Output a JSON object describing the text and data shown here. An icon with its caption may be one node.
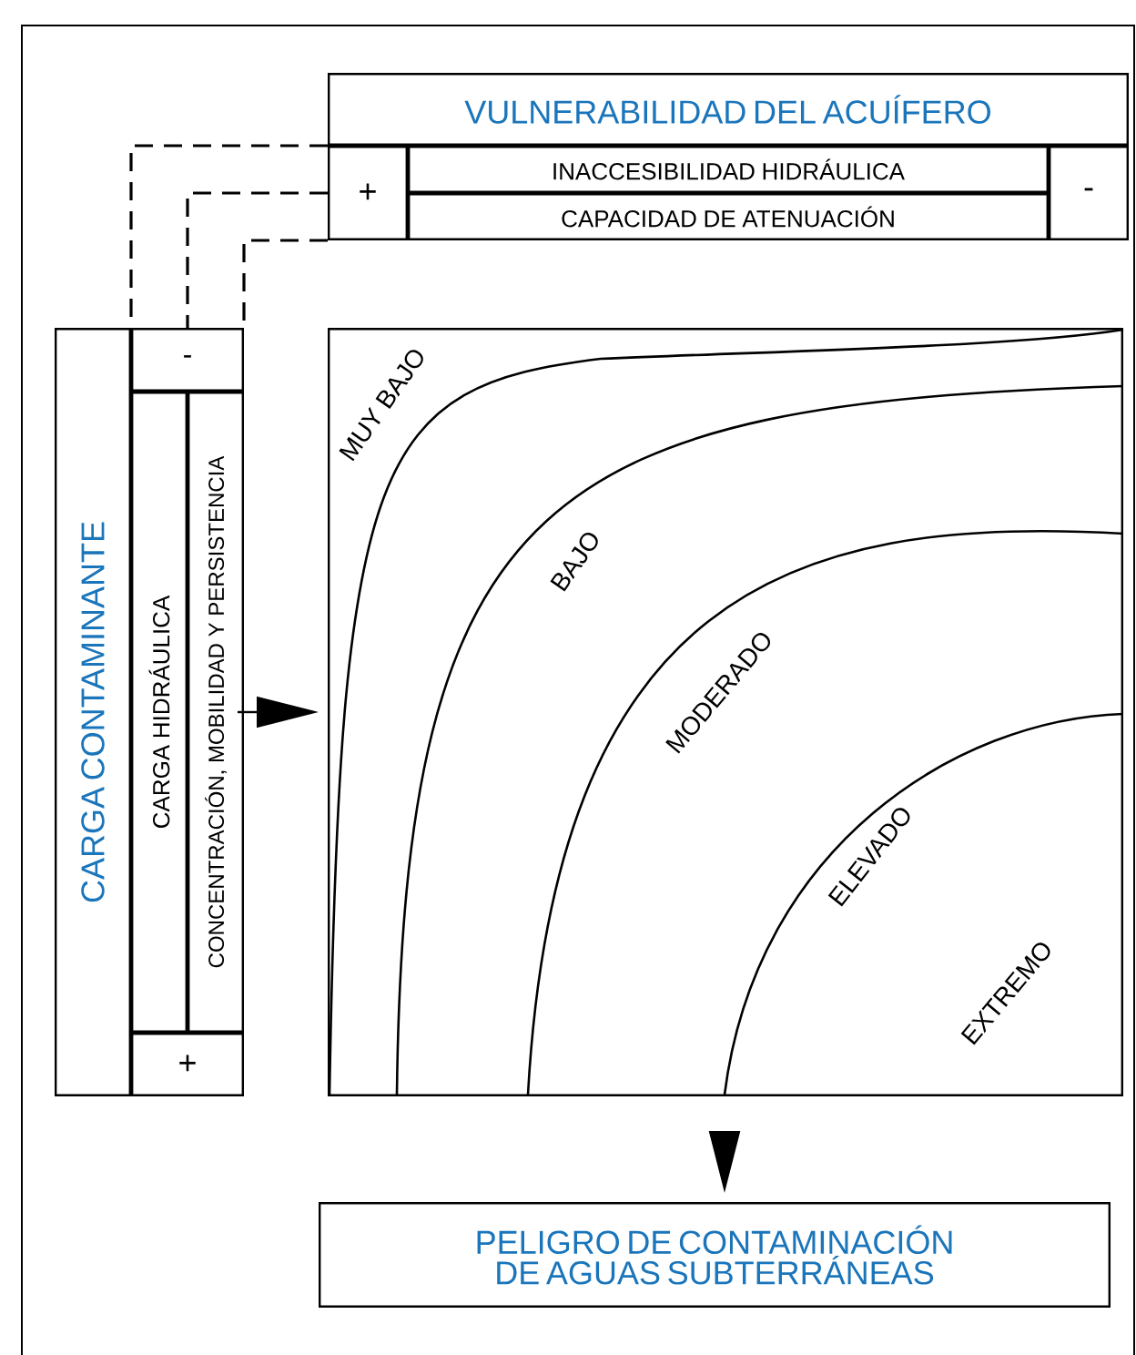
{
  "diagram": {
    "nodes": [
      {
        "text": [
          "VULNERABILIDAD DEL ACUÍFERO"
        ]
      },
      {
        "text": [
          "+"
        ]
      },
      {
        "text": [
          "INACCESIBILIDAD HIDRÁULICA"
        ]
      },
      {
        "text": [
          "CAPACIDAD DE ATENUACIÓN"
        ]
      },
      {
        "text": [
          "-"
        ]
      },
      {
        "text": [
          "CARGA CONTAMINANTE"
        ]
      },
      {
        "text": [
          "-"
        ]
      },
      {
        "text": [
          "CARGA HIDRÁULICA"
        ]
      },
      {
        "text": [
          "CONCENTRACIÓN, MOBILIDAD Y PERSISTENCIA"
        ]
      },
      {
        "text": [
          "+"
        ]
      },
      {
        "text": [],
        "shape": "box"
      },
      {
        "text": [
          "PELIGRO DE CONTAMINACIÓN DE AGUAS SUBTERRÁNEAS"
        ]
      }
    ],
    "edges": [
      {
        "from": 1,
        "to": 6,
        "arrow": "none",
        "style": "dashed"
      },
      {
        "from": 1,
        "to": 6,
        "arrow": "none",
        "style": "dashed"
      },
      {
        "from": 1,
        "to": 6,
        "arrow": "none",
        "style": "dashed"
      },
      {
        "from": 8,
        "to": 10,
        "arrow": "to"
      },
      {
        "from": 10,
        "to": 11,
        "arrow": "to"
      }
    ],
    "labels": [
      "MUY BAJO",
      "BAJO",
      "MODERADO",
      "ELEVADO",
      "EXTREMO"
    ]
  }
}
